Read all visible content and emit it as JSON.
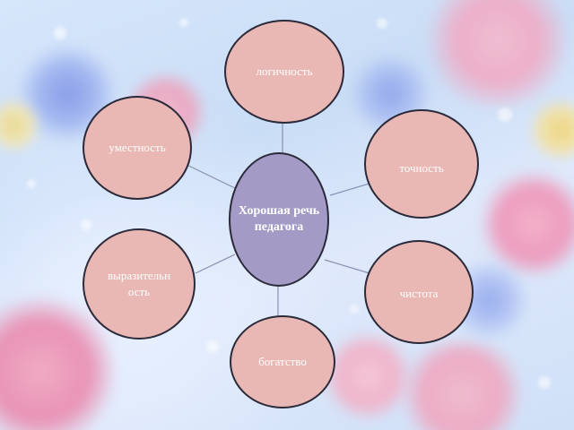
{
  "diagram": {
    "center": "Хорошая речь педагога",
    "nodes": {
      "top": "логичность",
      "upper_left": "уместность",
      "upper_right": "точность",
      "lower_left": "выразительн ость",
      "lower_right": "чистота",
      "bottom": "богатство"
    }
  },
  "colors": {
    "node_fill": "#e9b8b4",
    "center_fill": "#a39bc6",
    "border": "#2a2a3a",
    "text": "#ffffff"
  }
}
